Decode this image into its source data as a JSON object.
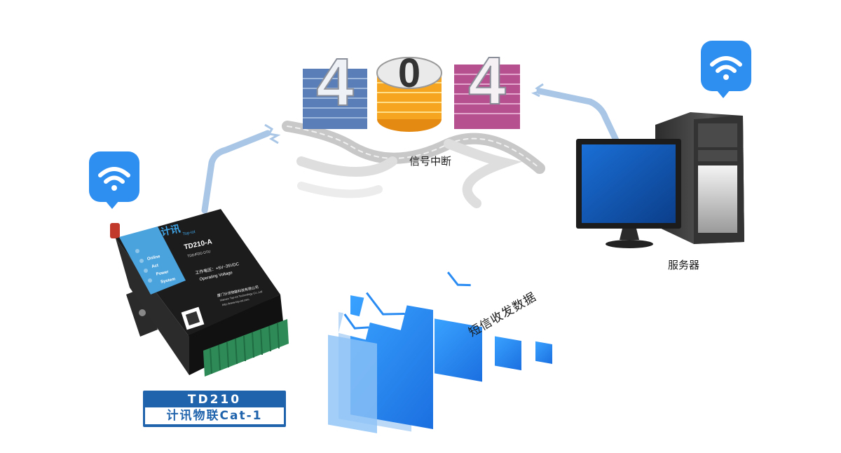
{
  "device": {
    "brand_logo_text": "计讯",
    "brand_logo_sub": "Top-iot",
    "model": "TD210-A",
    "model_sub": "TDD/FDD DTU",
    "voltage_cn": "工作电压：+5V~35VDC",
    "voltage_en": "Operating Voltage",
    "leds": [
      "Online",
      "Act",
      "Power",
      "System"
    ],
    "company_cn": "厦门计讯物联科技有限公司",
    "company_en": "Xiamen Top-iot Technology Co.,Ltd",
    "website": "http://www.top-iot.com"
  },
  "device_label": {
    "model": "TD210",
    "brand": "计讯物联Cat-1"
  },
  "captions": {
    "signal": "信号中断",
    "server": "服务器",
    "sms": "短信收发数据"
  },
  "error_code": [
    "4",
    "0",
    "4"
  ],
  "colors": {
    "accent_blue": "#1f63ad",
    "link_blue": "#a9c6e6",
    "wifi_blue": "#2f8ff0",
    "envelope_blue": "#2a8cf2"
  }
}
